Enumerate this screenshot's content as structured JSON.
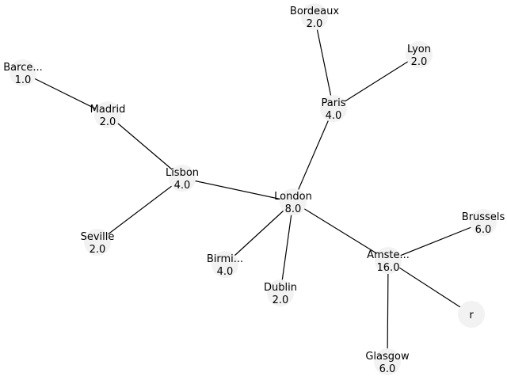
{
  "diagram": {
    "type": "tree-graph",
    "colors": {
      "node_fill": "#f2f2f2",
      "edge": "#000000",
      "text": "#000000"
    },
    "nodes": [
      {
        "id": "london",
        "name": "London",
        "value": "8.0"
      },
      {
        "id": "paris",
        "name": "Paris",
        "value": "4.0"
      },
      {
        "id": "bordeaux",
        "name": "Bordeaux",
        "value": "2.0"
      },
      {
        "id": "lyon",
        "name": "Lyon",
        "value": "2.0"
      },
      {
        "id": "lisbon",
        "name": "Lisbon",
        "value": "4.0"
      },
      {
        "id": "madrid",
        "name": "Madrid",
        "value": "2.0"
      },
      {
        "id": "barcelona",
        "name": "Barce...",
        "value": "1.0"
      },
      {
        "id": "seville",
        "name": "Seville",
        "value": "2.0"
      },
      {
        "id": "birmingham",
        "name": "Birmi...",
        "value": "4.0"
      },
      {
        "id": "dublin",
        "name": "Dublin",
        "value": "2.0"
      },
      {
        "id": "amsterdam",
        "name": "Amste...",
        "value": "16.0"
      },
      {
        "id": "brussels",
        "name": "Brussels",
        "value": "6.0"
      },
      {
        "id": "glasgow",
        "name": "Glasgow",
        "value": "6.0"
      },
      {
        "id": "r",
        "name": "r",
        "value": ""
      }
    ],
    "edges": [
      [
        "london",
        "paris"
      ],
      [
        "paris",
        "bordeaux"
      ],
      [
        "paris",
        "lyon"
      ],
      [
        "london",
        "lisbon"
      ],
      [
        "lisbon",
        "madrid"
      ],
      [
        "madrid",
        "barcelona"
      ],
      [
        "lisbon",
        "seville"
      ],
      [
        "london",
        "birmingham"
      ],
      [
        "london",
        "dublin"
      ],
      [
        "london",
        "amsterdam"
      ],
      [
        "amsterdam",
        "brussels"
      ],
      [
        "amsterdam",
        "glasgow"
      ],
      [
        "amsterdam",
        "r"
      ]
    ]
  }
}
